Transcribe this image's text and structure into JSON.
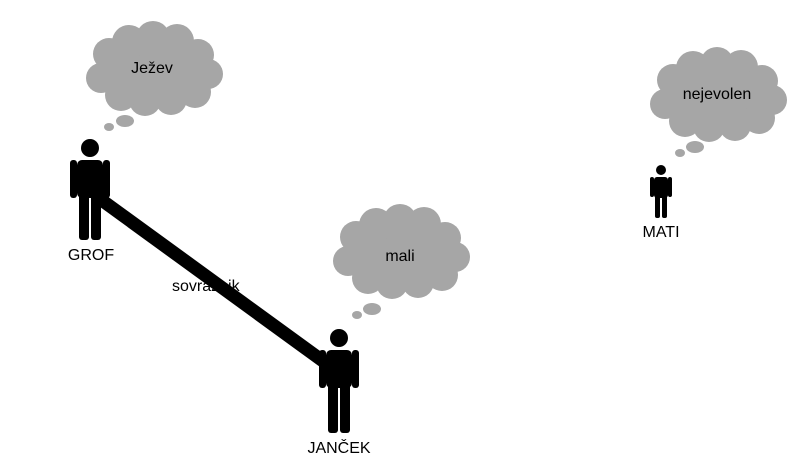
{
  "characters": [
    {
      "id": "grof",
      "name": "GROF",
      "thought": "Ježev"
    },
    {
      "id": "jancek",
      "name": "JANČEK",
      "thought": "mali"
    },
    {
      "id": "mati",
      "name": "MATI",
      "thought": "nejevolen"
    }
  ],
  "relations": [
    {
      "from": "grof",
      "to": "jancek",
      "label": "sovražnik"
    }
  ],
  "colors": {
    "figure": "#000000",
    "cloud": "#a6a6a6",
    "edge": "#000000",
    "background": "#ffffff"
  }
}
